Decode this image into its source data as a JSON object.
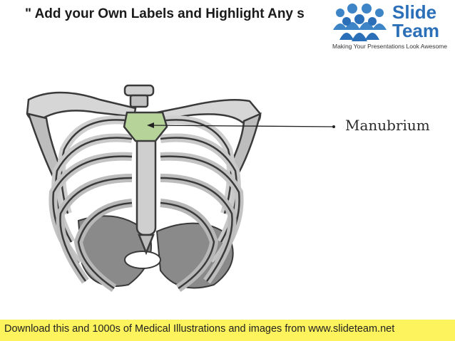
{
  "slide": {
    "title": "\" Add your Own Labels and Highlight Any s",
    "label": "Manubrium",
    "footer": "Download this and 1000s of Medical Illustrations and images from www.slideteam.net"
  },
  "logo": {
    "word1": "Slide",
    "word2": "Team",
    "tagline": "Making Your Presentations Look Awesome"
  },
  "colors": {
    "footer_bg": "#fdf35c",
    "highlight": "#b6d39a",
    "logo_blue": "#2a6fb8"
  },
  "icons": [
    "people-group-icon",
    "arrow-left-icon"
  ]
}
